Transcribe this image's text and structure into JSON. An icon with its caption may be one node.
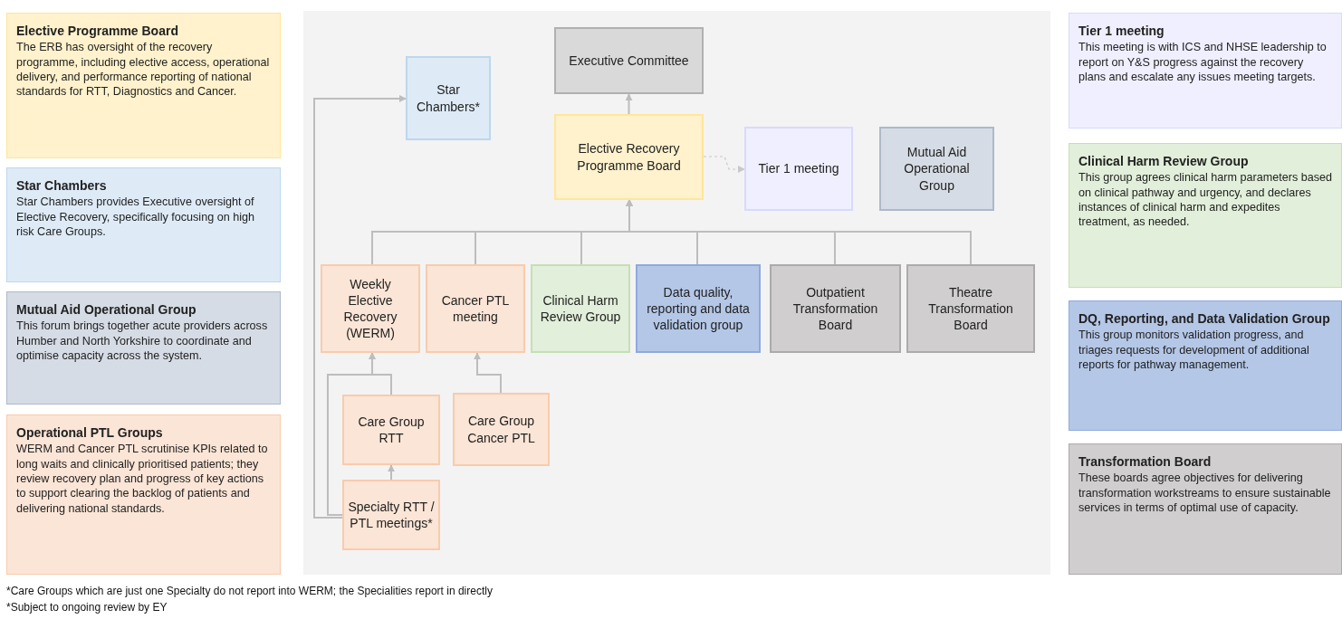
{
  "diagram": {
    "nodes": [
      {
        "text": [
          "Elective Programme Board",
          "The ERB has oversight of the recovery programme, including elective access, operational delivery, and performance reporting of national standards for RTT, Diagnostics and Cancer."
        ]
      },
      {
        "text": [
          "Star Chambers",
          "Star Chambers provides Executive oversight of Elective Recovery, specifically focusing on high risk Care Groups."
        ]
      },
      {
        "text": [
          "Mutual Aid Operational Group",
          "This forum brings together acute providers across Humber and North Yorkshire to coordinate and optimise capacity across the system."
        ]
      },
      {
        "text": [
          "Operational PTL Groups",
          "WERM and Cancer PTL scrutinise KPIs related to long waits and clinically prioritised patients; they review recovery plan and progress of key actions to support clearing the backlog of patients and delivering national standards."
        ]
      },
      {
        "text": [
          "Star Chambers*"
        ]
      },
      {
        "text": [
          "Executive Committee"
        ]
      },
      {
        "text": [
          "Elective Recovery Programme Board"
        ]
      },
      {
        "text": [
          "Tier 1 meeting"
        ]
      },
      {
        "text": [
          "Mutual Aid Operational Group"
        ]
      },
      {
        "text": [
          "Weekly Elective Recovery (WERM)"
        ]
      },
      {
        "text": [
          "Cancer PTL meeting"
        ]
      },
      {
        "text": [
          "Clinical Harm Review Group"
        ]
      },
      {
        "text": [
          "Data quality, reporting and data validation group"
        ]
      },
      {
        "text": [
          "Outpatient Transformation Board"
        ]
      },
      {
        "text": [
          "Theatre Transformation Board"
        ]
      },
      {
        "text": [
          "Care Group RTT"
        ]
      },
      {
        "text": [
          "Care Group Cancer PTL"
        ]
      },
      {
        "text": [
          "Specialty RTT / PTL meetings*"
        ]
      },
      {
        "text": [
          "Tier 1 meeting",
          "This meeting is with ICS and NHSE leadership to report on Y&S progress against the recovery plans and escalate any issues meeting targets."
        ]
      },
      {
        "text": [
          "Clinical Harm Review Group",
          "This group agrees clinical harm parameters based on clinical pathway and urgency, and declares instances of clinical harm and expedites treatment, as needed."
        ]
      },
      {
        "text": [
          "DQ, Reporting, and Data Validation Group",
          "This group monitors validation progress, and triages requests for development of additional reports for pathway management."
        ]
      },
      {
        "text": [
          "Transformation Board",
          "These boards agree objectives for delivering transformation workstreams to ensure sustainable services in terms of optimal use of capacity."
        ]
      }
    ],
    "edges": [
      {
        "from": 6,
        "to": 5,
        "arrow": "to"
      },
      {
        "from": 6,
        "to": 7,
        "arrow": "to",
        "style": "dashed"
      },
      {
        "from": 9,
        "to": 6,
        "arrow": "to"
      },
      {
        "from": 10,
        "to": 6,
        "arrow": "to"
      },
      {
        "from": 11,
        "to": 6,
        "arrow": "to"
      },
      {
        "from": 12,
        "to": 6,
        "arrow": "to"
      },
      {
        "from": 13,
        "to": 6,
        "arrow": "to"
      },
      {
        "from": 14,
        "to": 6,
        "arrow": "to"
      },
      {
        "from": 15,
        "to": 9,
        "arrow": "to"
      },
      {
        "from": 17,
        "to": 15,
        "arrow": "to"
      },
      {
        "from": 17,
        "to": 9,
        "arrow": "to"
      },
      {
        "from": 17,
        "to": 4,
        "arrow": "to"
      },
      {
        "from": 16,
        "to": 10,
        "arrow": "to"
      }
    ],
    "labels": [
      "*Care Groups which are just one Specialty do not report into WERM; the Specialities report in directly",
      "*Subject to ongoing review by EY"
    ]
  }
}
